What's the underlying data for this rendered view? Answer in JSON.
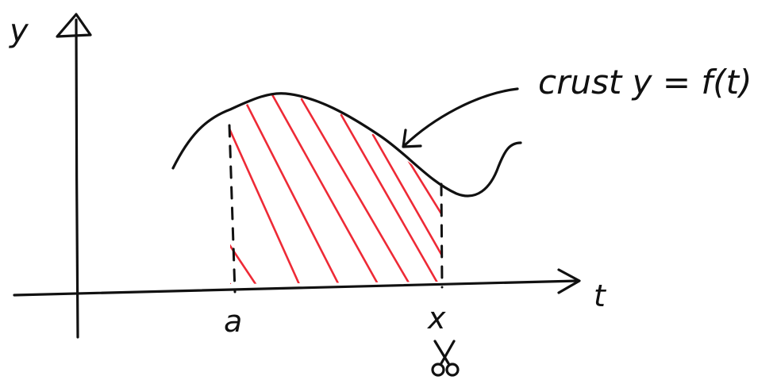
{
  "labels": {
    "y_axis": "y",
    "t_axis": "t",
    "left_bound": "a",
    "right_bound": "x",
    "curve_label": "crust y = f(t)",
    "scissors_icon": "scissors-icon"
  },
  "colors": {
    "ink": "#111111",
    "hatch": "#ee2a36",
    "background": "#ffffff"
  }
}
